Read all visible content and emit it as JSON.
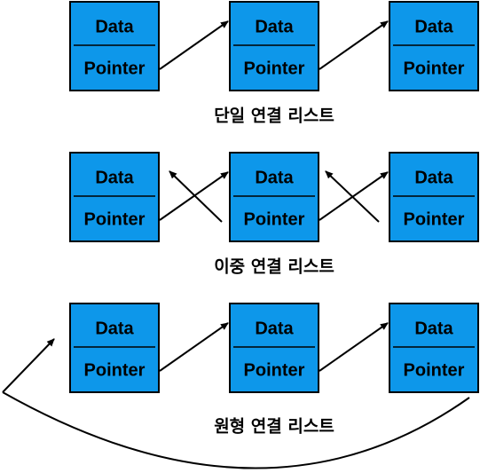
{
  "colors": {
    "node_fill": "#0d97ea",
    "node_border": "#000000",
    "text": "#000000"
  },
  "node": {
    "data_label": "Data",
    "pointer_label": "Pointer"
  },
  "lists": [
    {
      "caption": "단일 연결 리스트",
      "node_count": 3
    },
    {
      "caption": "이중 연결 리스트",
      "node_count": 3
    },
    {
      "caption": "원형 연결 리스트",
      "node_count": 3
    }
  ]
}
